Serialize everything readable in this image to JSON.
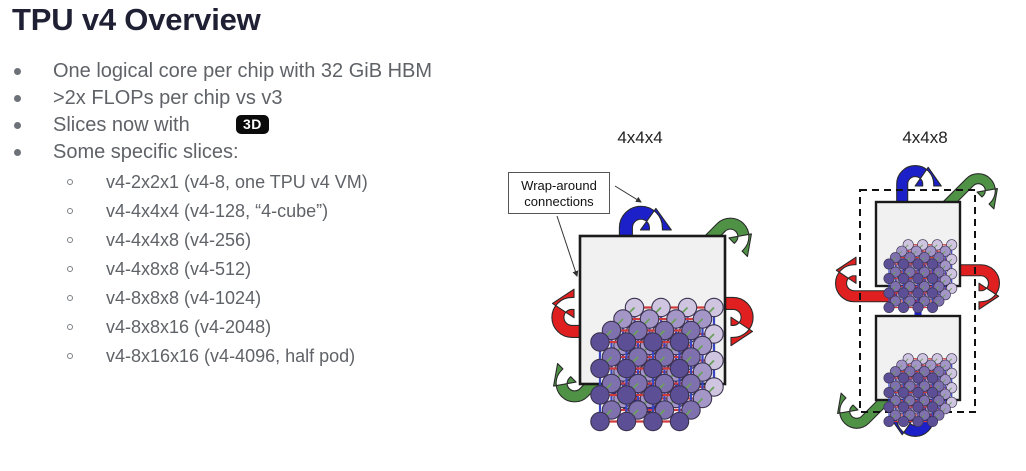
{
  "slide": {
    "title": "TPU v4 Overview",
    "background": "#ffffff",
    "text_color": "#5f6368",
    "title_color": "#1f2033"
  },
  "bullets": [
    {
      "text": "One logical core per chip with 32 GiB HBM",
      "badge": null
    },
    {
      "text": ">2x FLOPs per chip vs v3",
      "badge": null
    },
    {
      "text": "Slices now with",
      "badge": "3D"
    },
    {
      "text": "Some specific slices:",
      "badge": null
    }
  ],
  "sub_bullets": [
    {
      "text": "v4-2x2x1 (v4-8, one TPU v4 VM)"
    },
    {
      "text": "v4-4x4x4 (v4-128, “4-cube”)"
    },
    {
      "text": "v4-4x4x8 (v4-256)"
    },
    {
      "text": "v4-4x8x8 (v4-512)"
    },
    {
      "text": "v4-8x8x8 (v4-1024)"
    },
    {
      "text": "v4-8x8x16 (v4-2048)"
    },
    {
      "text": "v4-8x16x16 (v4-4096, half pod)"
    }
  ],
  "diagrams": {
    "left": {
      "label": "4x4x4",
      "callout": "Wrap-around connections",
      "callout_line1": "Wrap-around",
      "callout_line2": "connections"
    },
    "right": {
      "label": "4x4x8"
    }
  },
  "colors": {
    "arrow_blue": "#1c20c8",
    "arrow_red": "#e02020",
    "arrow_green": "#4f9246",
    "node_layer_1": "#5d4f96",
    "node_layer_2": "#7f70ae",
    "node_layer_3": "#a497c8",
    "node_layer_4": "#cfc5e0",
    "link_red": "#d03c3c",
    "link_blue": "#3a46c0",
    "link_green": "#6aa05a",
    "cube_face": "#f1f1f1",
    "cube_border": "#1a1a1a",
    "dashed_border": "#111111"
  },
  "lattice": {
    "dims": [
      4,
      4,
      4
    ],
    "layers": 4,
    "rows": 4,
    "cols": 4
  }
}
